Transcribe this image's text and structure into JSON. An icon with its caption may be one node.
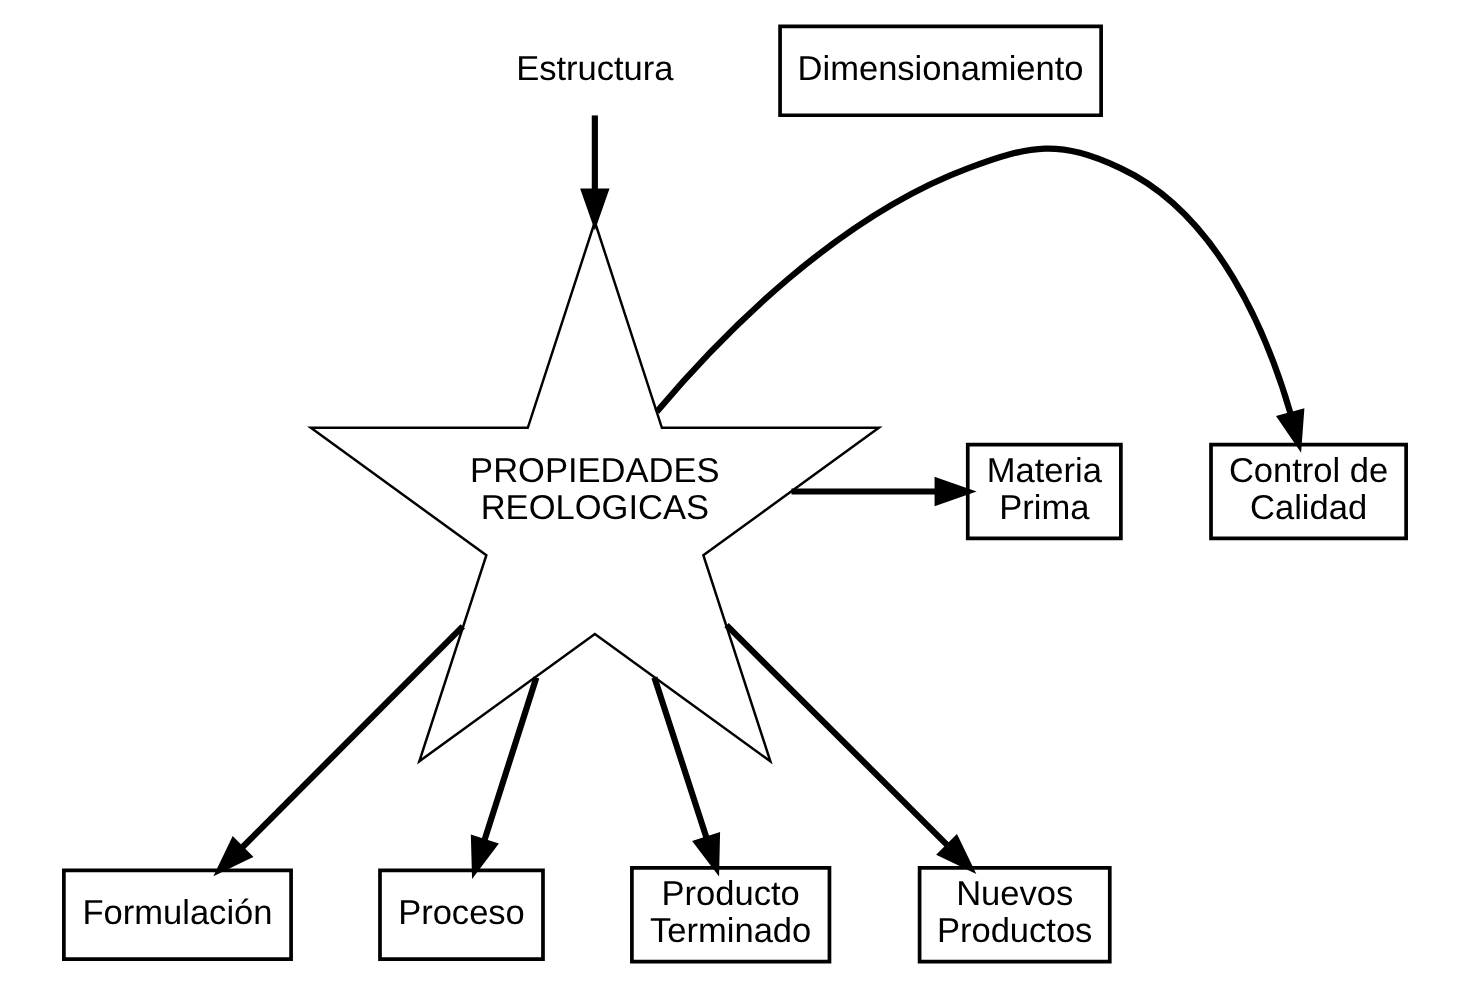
{
  "diagram": {
    "nodes": [
      {
        "text": [
          "Estructura"
        ]
      },
      {
        "text": [
          "Dimensionamiento"
        ]
      },
      {
        "text": [
          "PROPIEDADES REOLOGICAS"
        ]
      },
      {
        "text": [
          "Control de Calidad"
        ]
      },
      {
        "text": [
          "Materia Prima"
        ]
      },
      {
        "text": [
          "Formulación"
        ]
      },
      {
        "text": [
          "Proceso"
        ]
      },
      {
        "text": [
          "Producto Terminado"
        ]
      },
      {
        "text": [
          "Nuevos Productos"
        ]
      }
    ],
    "edges": [
      {
        "from": 0,
        "to": 2,
        "arrow": "to"
      },
      {
        "from": 2,
        "to": 3,
        "arrow": "to"
      },
      {
        "from": 2,
        "to": 4,
        "arrow": "to"
      },
      {
        "from": 2,
        "to": 5,
        "arrow": "to"
      },
      {
        "from": 2,
        "to": 6,
        "arrow": "to"
      },
      {
        "from": 2,
        "to": 7,
        "arrow": "to"
      },
      {
        "from": 2,
        "to": 8,
        "arrow": "to"
      }
    ]
  }
}
